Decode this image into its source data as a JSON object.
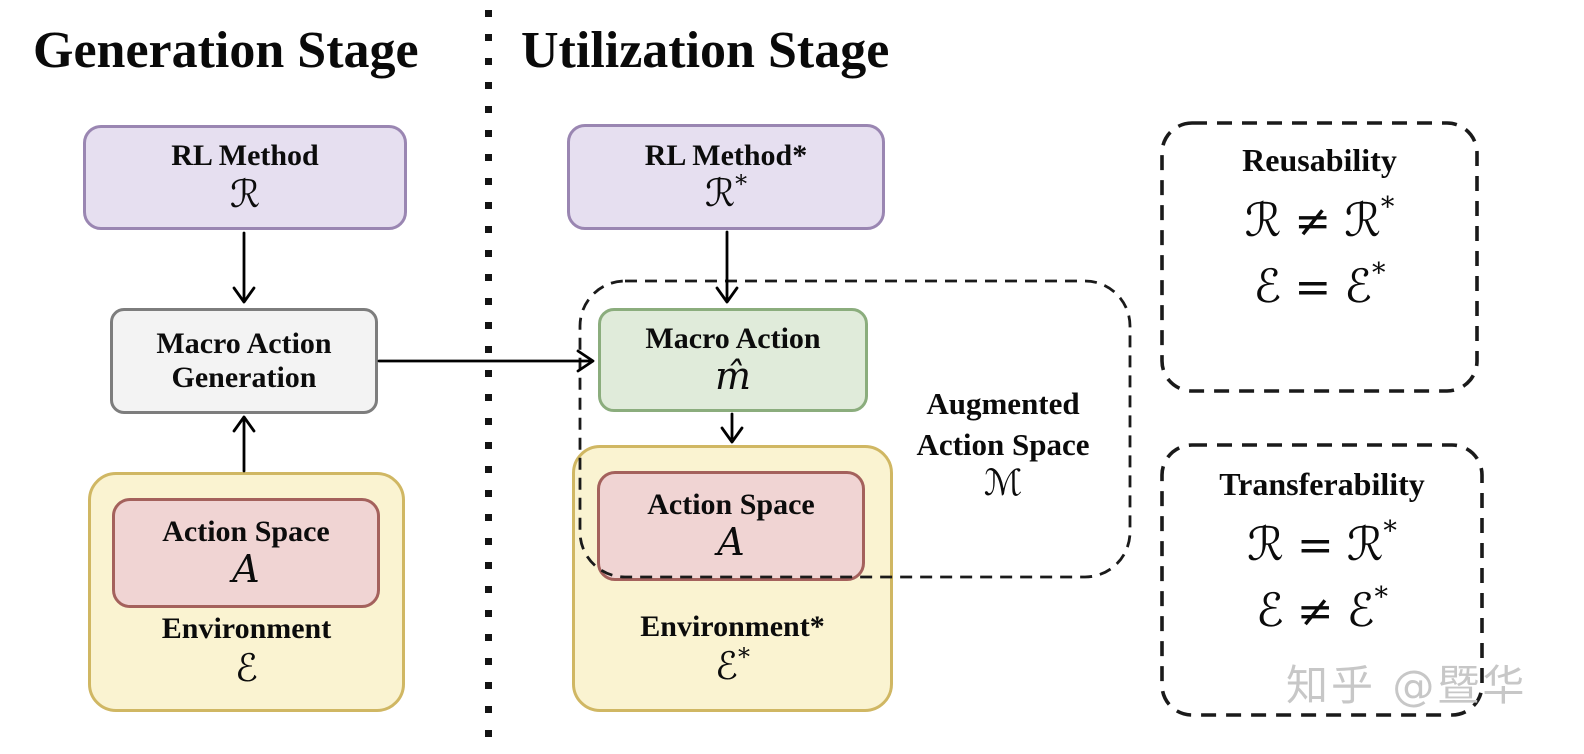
{
  "titles": {
    "generation": "Generation Stage",
    "utilization": "Utilization Stage"
  },
  "generation_stage": {
    "rl_method": {
      "label": "RL Method",
      "symbol": "ℛ",
      "sup": ""
    },
    "macro_action_generation": {
      "line1": "Macro Action",
      "line2": "Generation"
    },
    "action_space": {
      "label": "Action Space",
      "symbol": "A",
      "sup": ""
    },
    "environment": {
      "label": "Environment",
      "symbol": "ℰ",
      "sup": ""
    }
  },
  "utilization_stage": {
    "rl_method": {
      "label": "RL Method*",
      "symbol": "ℛ",
      "sup": "*"
    },
    "macro_action": {
      "label": "Macro Action",
      "symbol": "m̂",
      "sup": ""
    },
    "augmented_action_space": {
      "line1": "Augmented",
      "line2": "Action Space",
      "symbol": "ℳ"
    },
    "action_space": {
      "label": "Action Space",
      "symbol": "A",
      "sup": ""
    },
    "environment": {
      "label": "Environment*",
      "symbol": "ℰ",
      "sup": "*"
    }
  },
  "properties": {
    "reusability": {
      "title": "Reusability",
      "eq1": {
        "lhs": "ℛ",
        "op": "≠",
        "rhs": "ℛ",
        "rhs_sup": "*"
      },
      "eq2": {
        "lhs": "ℰ",
        "op": "=",
        "rhs": "ℰ",
        "rhs_sup": "*"
      }
    },
    "transferability": {
      "title": "Transferability",
      "eq1": {
        "lhs": "ℛ",
        "op": "=",
        "rhs": "ℛ",
        "rhs_sup": "*"
      },
      "eq2": {
        "lhs": "ℰ",
        "op": "≠",
        "rhs": "ℰ",
        "rhs_sup": "*"
      }
    }
  },
  "watermark": "知乎 @暨华",
  "colors": {
    "rl_method_fill": "#E6DFF0",
    "rl_method_border": "#9A86B2",
    "macro_action_generation_fill": "#F3F3F3",
    "macro_action_generation_border": "#7D7D7D",
    "macro_action_fill": "#E0EBDA",
    "macro_action_border": "#8BAD7D",
    "environment_fill": "#FAF3D1",
    "environment_border": "#D0B763",
    "action_space_fill": "#F0D4D3",
    "action_space_border": "#A4615C",
    "divider": "#141414",
    "dashed_outline": "#1a1a1a",
    "watermark": "#C7C7C7"
  }
}
